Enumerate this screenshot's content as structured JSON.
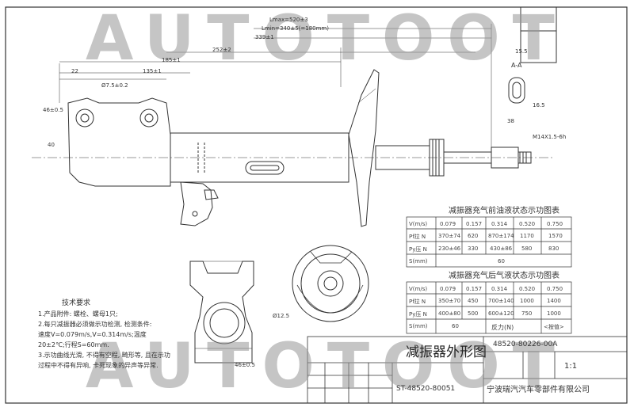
{
  "watermark": "AUTOTOOT",
  "section_label": "A-A",
  "dims": {
    "lmax": "Lmax=520±3",
    "lmin": "Lmin=340±5(=180mm)",
    "d1": "339±1",
    "d2": "252±2",
    "d3": "185±1",
    "d4": "135±1",
    "d5": "22",
    "d6": "Ø7.5±0.2",
    "d7": "40",
    "d8": "46±0.5",
    "d9": "16.5",
    "d10": "38",
    "d11": "M14X1.5-6h",
    "d12": "Ø12.5",
    "d13": "46±0.5",
    "d14": "15.5"
  },
  "table_front": {
    "title": "减振器充气前油液状态示功图表",
    "header": [
      "V(m/s)",
      "0.079",
      "0.157",
      "0.314",
      "0.520",
      "0.750"
    ],
    "rows": [
      [
        "Pf拉 N",
        "370±74",
        "620",
        "870±174",
        "1170",
        "1570"
      ],
      [
        "Py压 N",
        "230±46",
        "330",
        "430±86",
        "580",
        "830"
      ],
      [
        "S(mm)",
        "60"
      ]
    ]
  },
  "table_rear": {
    "title": "减振器充气后气液状态示功图表",
    "header": [
      "V(m/s)",
      "0.079",
      "0.157",
      "0.314",
      "0.520",
      "0.750"
    ],
    "rows": [
      [
        "Pf拉 N",
        "350±70",
        "450",
        "700±140",
        "1000",
        "1400"
      ],
      [
        "Py压 N",
        "400±80",
        "500",
        "600±120",
        "750",
        "1000"
      ],
      [
        "S(mm)",
        "60",
        "反力(N)",
        "<按值>"
      ]
    ]
  },
  "notes": {
    "title": "技术要求",
    "lines": [
      "1.产品附件: 螺栓、螺母1只;",
      "2.每只减振器必须做示功检测, 检测条件:",
      "  速度V=0.079m/s,V=0.314m/s;温度",
      "  20±2℃;行程S=60mm.",
      "3.示功曲线光滑, 不得有空程, 畸形等, 且在示功",
      "  过程中不得有异响, 卡死现象的异声等异常."
    ]
  },
  "title_block": {
    "name": "减振器外形图",
    "drawing_no": "ST-48520-80051",
    "part_no": "48520-80226-00A",
    "scale": "1:1",
    "company": "宁波瑞汽汽车零部件有限公司"
  }
}
